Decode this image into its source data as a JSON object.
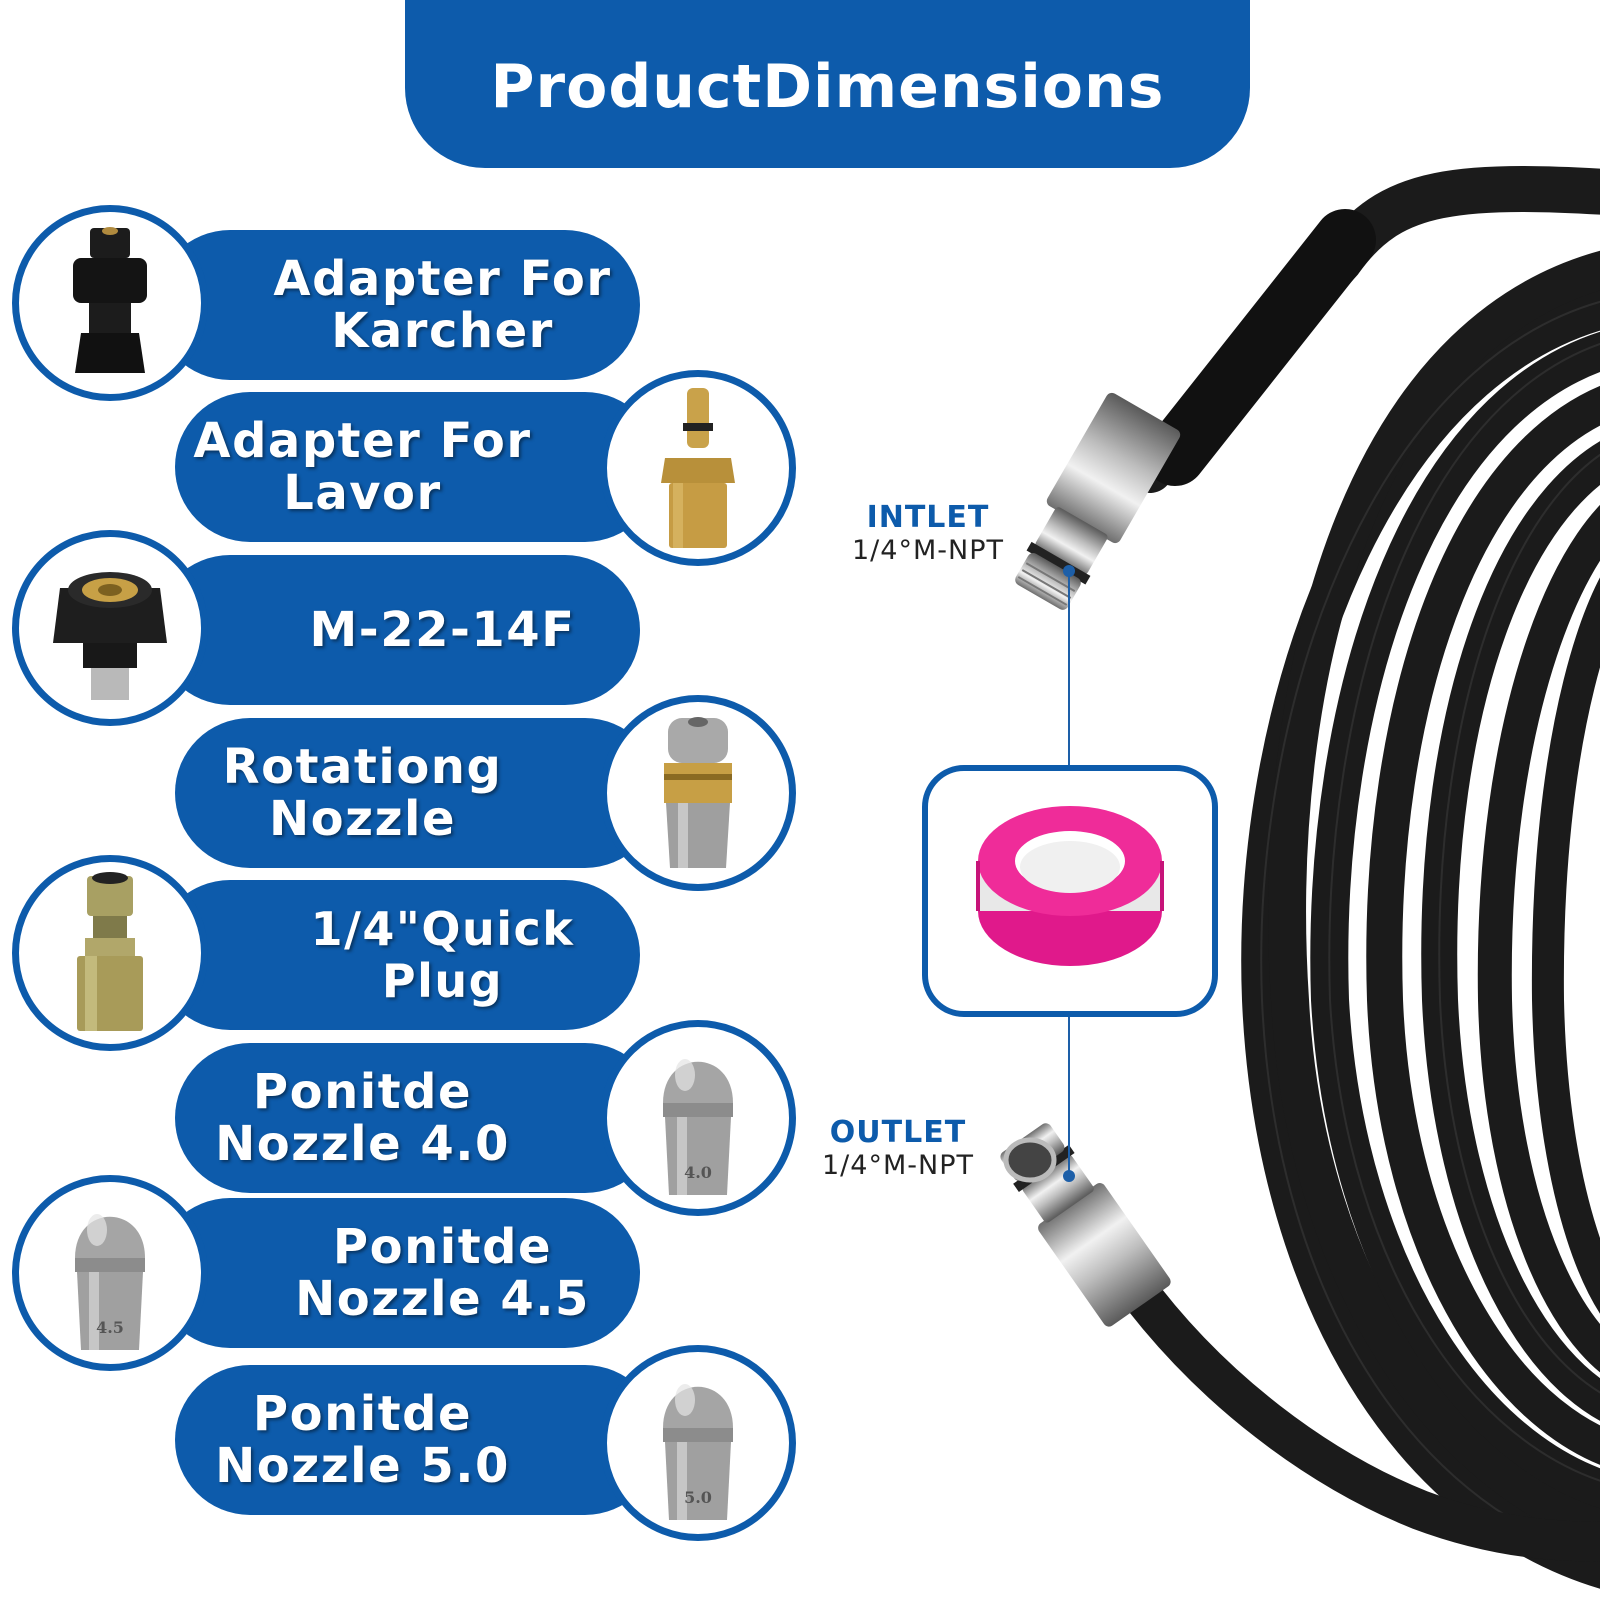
{
  "header": {
    "title": "ProductDimensions"
  },
  "accessories": [
    {
      "label_lines": [
        "Adapter For",
        "Karcher"
      ],
      "icon": "karcher-adapter-icon"
    },
    {
      "label_lines": [
        "Adapter For",
        "Lavor"
      ],
      "icon": "lavor-adapter-icon"
    },
    {
      "label_lines": [
        "M-22-14F"
      ],
      "icon": "m22-coupler-icon"
    },
    {
      "label_lines": [
        "Rotationg",
        "Nozzle"
      ],
      "icon": "rotating-nozzle-icon"
    },
    {
      "label_lines": [
        "1/4\"Quick Plug"
      ],
      "icon": "quick-plug-icon"
    },
    {
      "label_lines": [
        "Ponitde",
        "Nozzle 4.0"
      ],
      "icon": "nozzle-4-0-icon",
      "stamp": "4.0"
    },
    {
      "label_lines": [
        "Ponitde",
        "Nozzle 4.5"
      ],
      "icon": "nozzle-4-5-icon",
      "stamp": "4.5"
    },
    {
      "label_lines": [
        "Ponitde",
        "Nozzle 5.0"
      ],
      "icon": "nozzle-5-0-icon",
      "stamp": "5.0"
    }
  ],
  "inlet": {
    "title": "INTLET",
    "spec": "1/4°M-NPT"
  },
  "outlet": {
    "title": "OUTLET",
    "spec": "1/4°M-NPT"
  },
  "colors": {
    "brand_blue": "#0d5bab",
    "hose_black": "#1a1a1a",
    "tape_pink": "#e8198b"
  }
}
